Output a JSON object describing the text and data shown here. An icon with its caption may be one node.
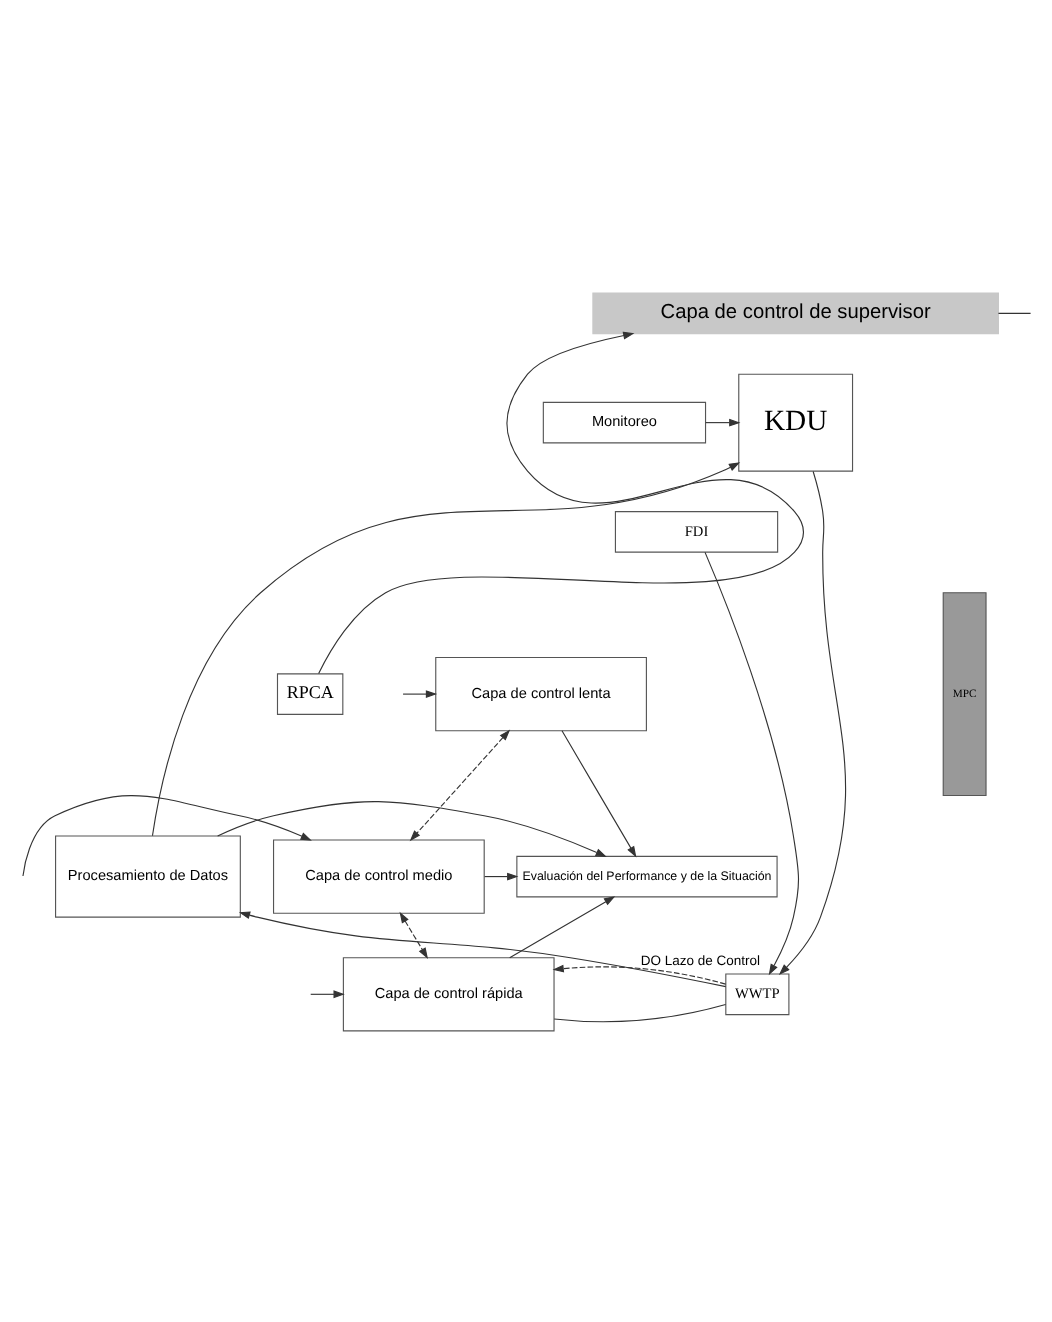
{
  "diagram": {
    "nodes": [
      {
        "text": [
          "Capa de control de supervisor"
        ]
      },
      {
        "text": [
          "KDU"
        ]
      },
      {
        "text": [
          "Monitoreo"
        ]
      },
      {
        "text": [
          "FDI"
        ]
      },
      {
        "text": [
          "MPC"
        ]
      },
      {
        "text": [
          "Procesamiento de Datos"
        ]
      },
      {
        "text": [
          "RPCA"
        ]
      },
      {
        "text": [
          "Evaluación del Performance y de la Situación"
        ]
      },
      {
        "text": [
          "Capa de control lenta"
        ]
      },
      {
        "text": [
          "Capa de control medio"
        ]
      },
      {
        "text": [
          "Capa de control rápida"
        ]
      },
      {
        "text": [
          "WWTP"
        ]
      }
    ],
    "edges": [
      {
        "from": 2,
        "to": 1,
        "arrow": "to"
      },
      {
        "from": 6,
        "to": 0,
        "arrow": "to"
      },
      {
        "from": 0,
        "to": null,
        "arrow": "none"
      },
      {
        "from": 1,
        "to": 11,
        "arrow": "to"
      },
      {
        "from": 3,
        "to": 11,
        "arrow": "to"
      },
      {
        "from": 5,
        "to": 1,
        "arrow": "to"
      },
      {
        "from": 5,
        "to": 7,
        "arrow": "to"
      },
      {
        "from": 8,
        "to": 7,
        "arrow": "to"
      },
      {
        "from": 9,
        "to": 7,
        "arrow": "to"
      },
      {
        "from": 10,
        "to": 7,
        "arrow": "to"
      },
      {
        "from": 10,
        "to": 11,
        "arrow": "none"
      },
      {
        "from": 11,
        "to": 5,
        "arrow": "to"
      },
      {
        "from": 8,
        "to": 9,
        "arrow": "both",
        "style": "dashed"
      },
      {
        "from": 9,
        "to": 10,
        "arrow": "both",
        "style": "dashed"
      },
      {
        "from": null,
        "to": 8,
        "arrow": "to"
      },
      {
        "from": null,
        "to": 9,
        "arrow": "to"
      },
      {
        "from": null,
        "to": 10,
        "arrow": "to"
      },
      {
        "from": 11,
        "to": 10,
        "arrow": "to",
        "style": "dashed",
        "label": "DO Lazo de Control"
      }
    ]
  }
}
